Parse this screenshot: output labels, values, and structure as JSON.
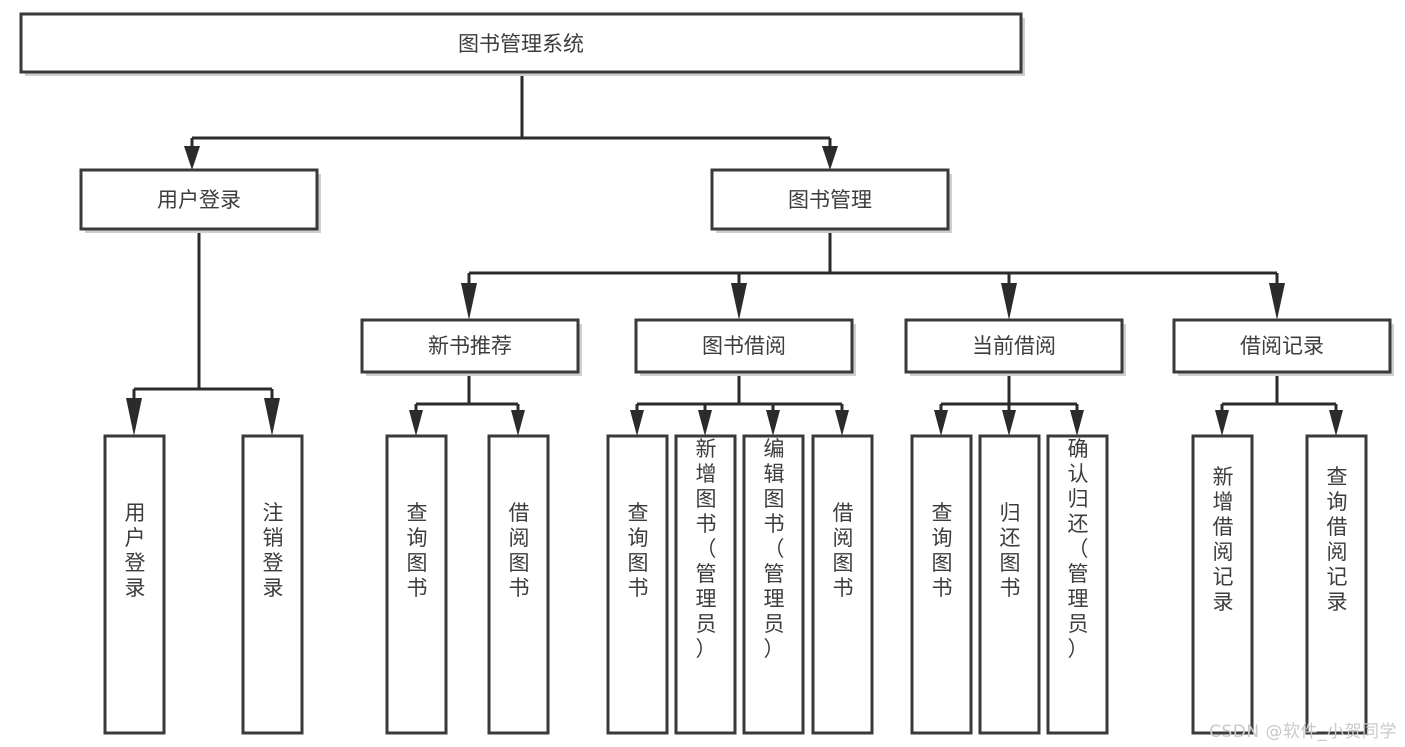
{
  "diagram": {
    "title": "图书管理系统",
    "type": "tree-hierarchy-chart",
    "watermark": "CSDN @软件_小贺同学",
    "colors": {
      "box_fill": "#ffffff",
      "box_stroke": "#3a3a3a",
      "line": "#2b2b2b",
      "text": "#3d3d3d",
      "watermark": "#c9c9c9",
      "background": "#ffffff"
    },
    "levels": {
      "root": {
        "label": "图书管理系统"
      },
      "level2": [
        {
          "label": "用户登录"
        },
        {
          "label": "图书管理"
        }
      ],
      "level3": [
        {
          "label": "新书推荐"
        },
        {
          "label": "图书借阅"
        },
        {
          "label": "当前借阅"
        },
        {
          "label": "借阅记录"
        }
      ],
      "leaves": {
        "user_login": [
          {
            "label": "用户登录"
          },
          {
            "label": "注销登录"
          }
        ],
        "new_book_recommend": [
          {
            "label": "查询图书"
          },
          {
            "label": "借阅图书"
          }
        ],
        "book_borrow": [
          {
            "label": "查询图书"
          },
          {
            "label": "新增图书（管理员）"
          },
          {
            "label": "编辑图书（管理员）"
          },
          {
            "label": "借阅图书"
          }
        ],
        "current_borrow": [
          {
            "label": "查询图书"
          },
          {
            "label": "归还图书"
          },
          {
            "label": "确认归还（管理员）"
          }
        ],
        "borrow_records": [
          {
            "label": "新增借阅记录"
          },
          {
            "label": "查询借阅记录"
          }
        ]
      }
    }
  }
}
